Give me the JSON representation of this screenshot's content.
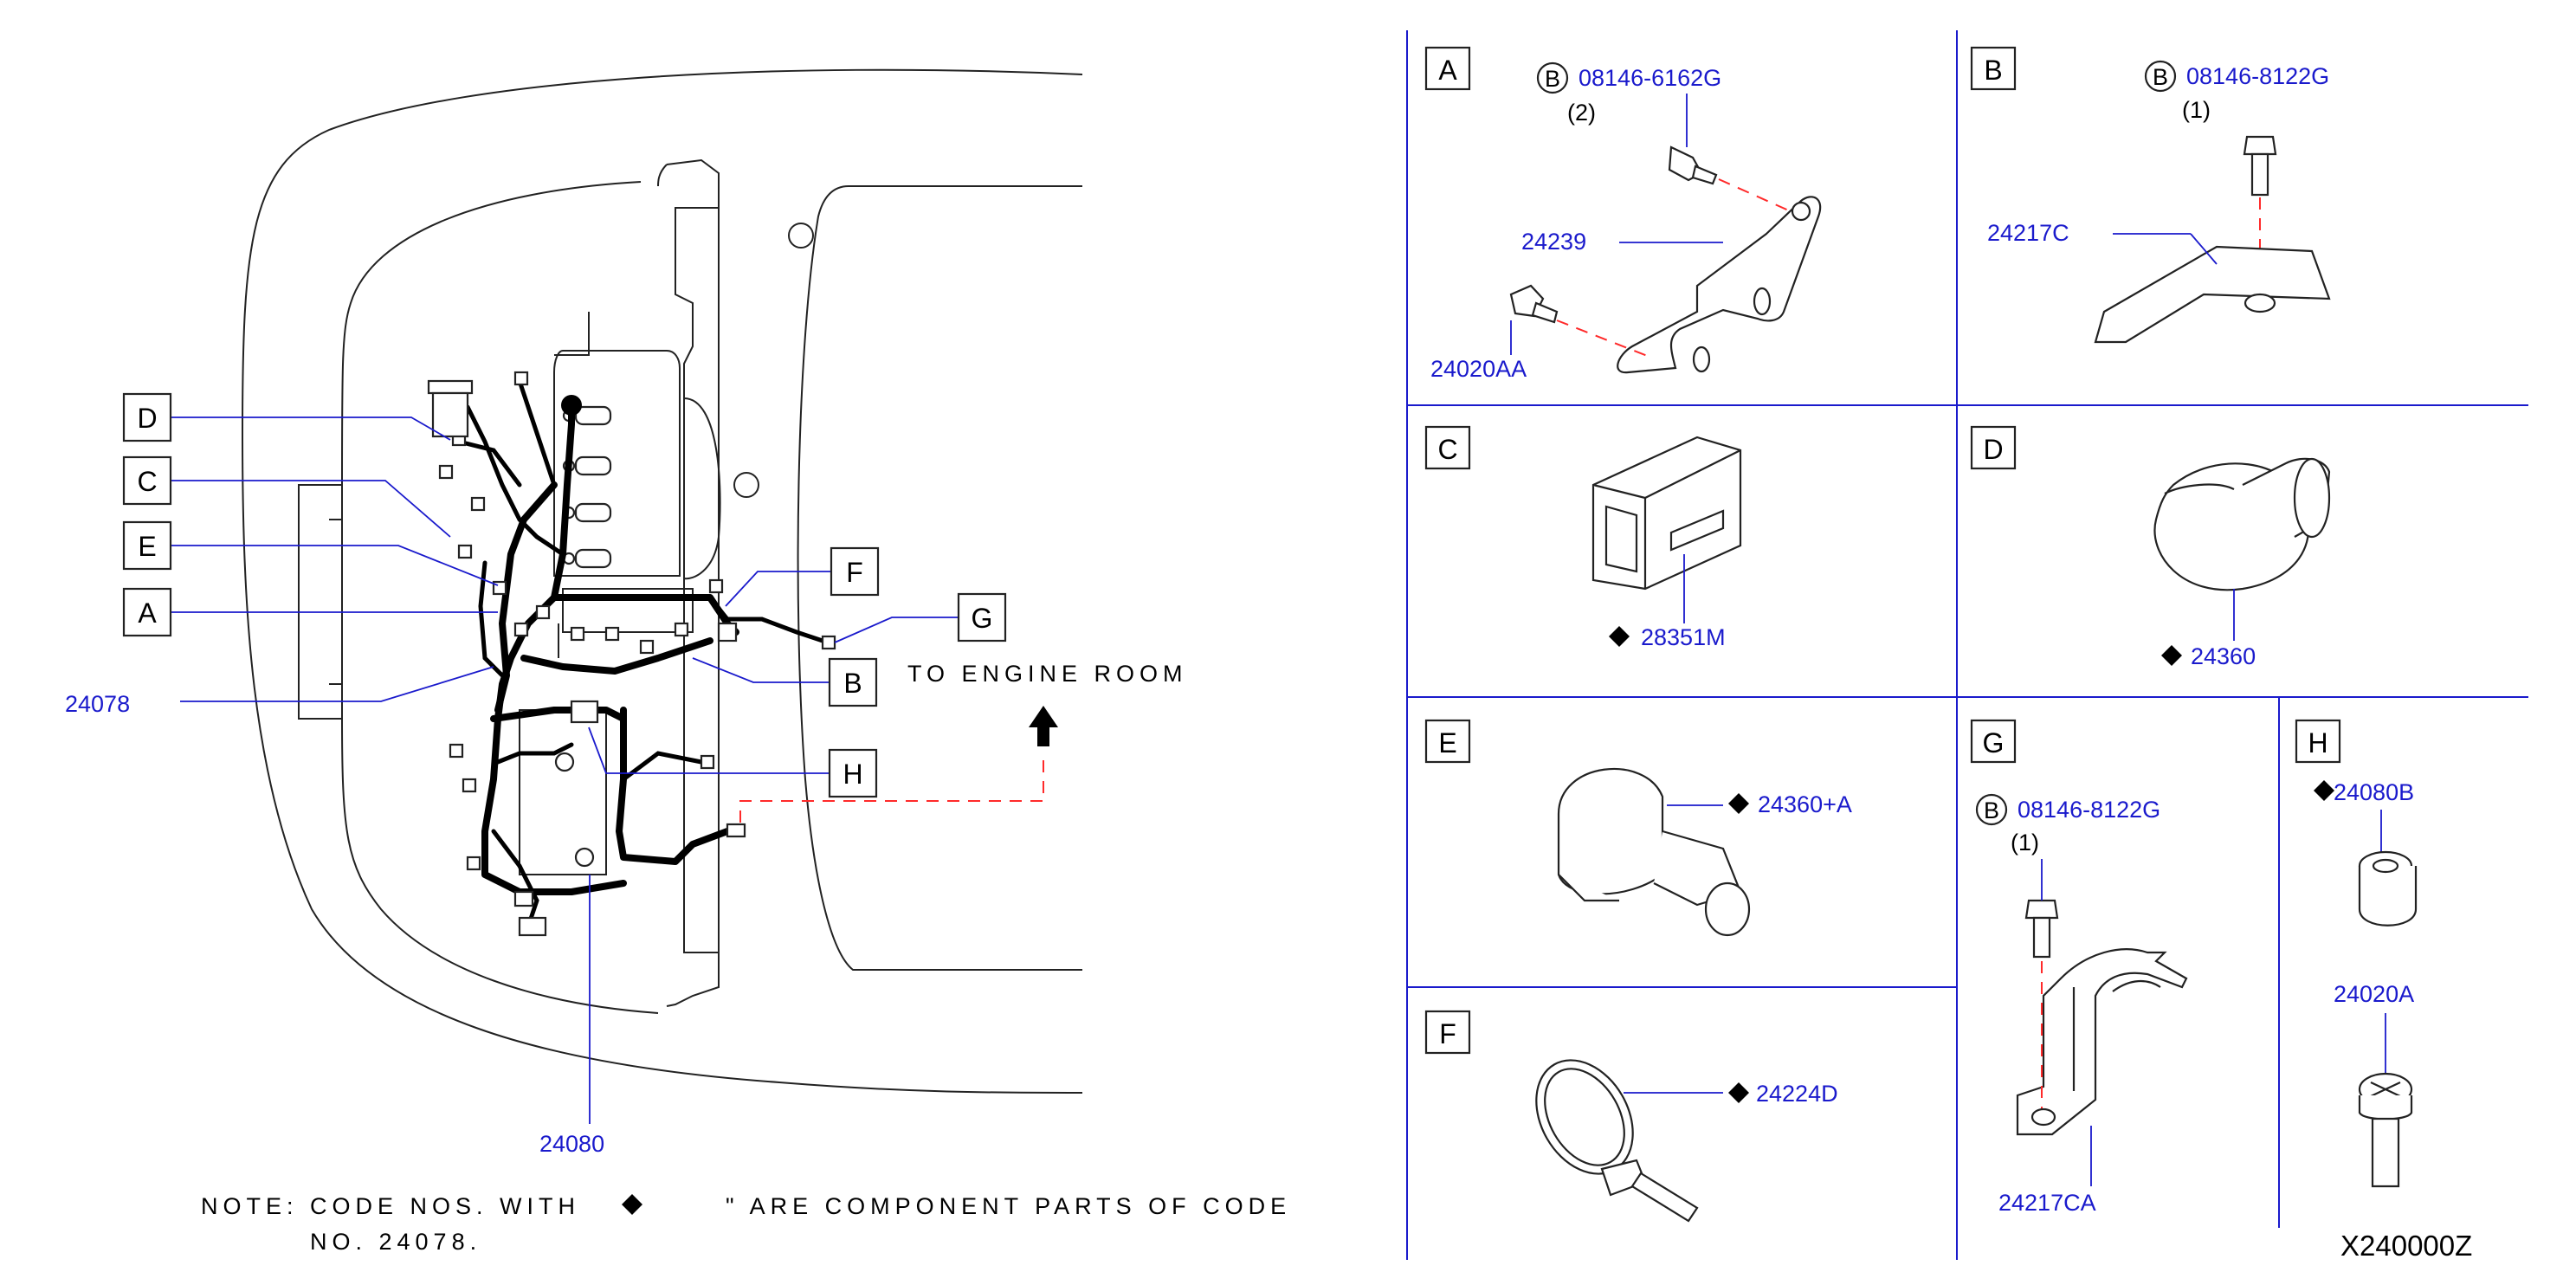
{
  "callouts": {
    "d": "D",
    "c": "C",
    "e": "E",
    "a": "A",
    "f": "F",
    "g": "G",
    "b": "B",
    "h": "H"
  },
  "main_labels": {
    "harness": "24078",
    "battery_harness": "24080",
    "to_engine_room": "TO ENGINE ROOM"
  },
  "note": {
    "line1_start": "NOTE: CODE NOS. WITH",
    "line1_end": "\" ARE COMPONENT PARTS OF CODE",
    "line2": "NO. 24078."
  },
  "panels": {
    "a": {
      "letter": "A",
      "bolt_code": "08146-6162G",
      "bolt_qty": "(2)",
      "bracket": "24239",
      "bolt2": "24020AA"
    },
    "b": {
      "letter": "B",
      "bolt_code": "08146-8122G",
      "bolt_qty": "(1)",
      "bracket": "24217C"
    },
    "c": {
      "letter": "C",
      "part": "28351M"
    },
    "d": {
      "letter": "D",
      "part": "24360"
    },
    "e": {
      "letter": "E",
      "part": "24360+A"
    },
    "f": {
      "letter": "F",
      "part": "24224D"
    },
    "g": {
      "letter": "G",
      "bolt_code": "08146-8122G",
      "bolt_qty": "(1)",
      "bracket": "24217CA"
    },
    "h": {
      "letter": "H",
      "nut": "24080B",
      "bolt": "24020A"
    }
  },
  "bolt_marker": "B",
  "diagram_id": "X240000Z"
}
